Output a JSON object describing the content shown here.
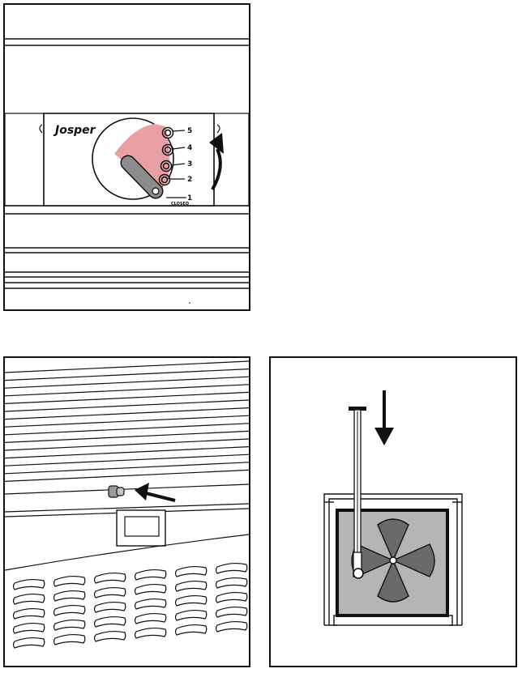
{
  "brand": "Josper",
  "dial": {
    "positions": [
      "5",
      "4",
      "3",
      "2",
      "1"
    ],
    "closed_label": "CLOSED"
  },
  "colors": {
    "line": "#111111",
    "highlight": "#e8a0a4",
    "handle": "#8c8c8c",
    "fan_panel": "#b4b4b4",
    "fan_blade": "#6a6a6a"
  },
  "icons": [
    "rotate-arrow-icon",
    "push-arrow-icon",
    "down-arrow-icon",
    "fan-icon"
  ]
}
